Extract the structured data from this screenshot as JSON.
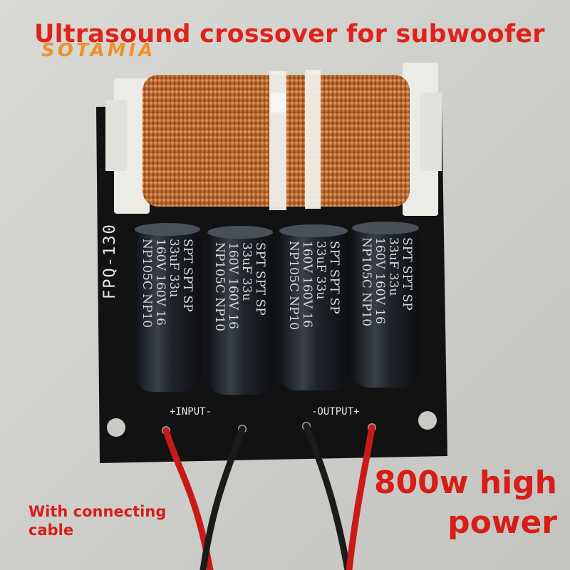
{
  "headline": "Ultrasound crossover for subwoofer",
  "brand": "SOTAMIA",
  "power_line1": "800w high",
  "power_line2": "power",
  "cable_line1": "With connecting",
  "cable_line2": "cable",
  "board_model": "FPQ-130",
  "input_label": "+INPUT-",
  "output_label": "-OUTPUT+",
  "capacitors": [
    {
      "l1": "SPT SPT SP",
      "l2": "33uF 33u",
      "l3": "160V 160V 16",
      "l4": "NP105C NP10"
    },
    {
      "l1": "SPT SPT SP",
      "l2": "33uF 33u",
      "l3": "160V 160V 16",
      "l4": "NP105C NP10"
    },
    {
      "l1": "SPT SPT SP",
      "l2": "33uF 33u",
      "l3": "160V 160V 16",
      "l4": "NP105C NP10"
    },
    {
      "l1": "SPT SPT SP",
      "l2": "33uF 33u",
      "l3": "160V 160V 16",
      "l4": "NP105C NP10"
    }
  ],
  "colors": {
    "headline": "#e0221a",
    "brand": "#f08a1e",
    "power": "#d81d16",
    "cable_note": "#d81d16",
    "board": "#121212",
    "copper": "#c8763c",
    "capacitor": "#1e2329"
  }
}
